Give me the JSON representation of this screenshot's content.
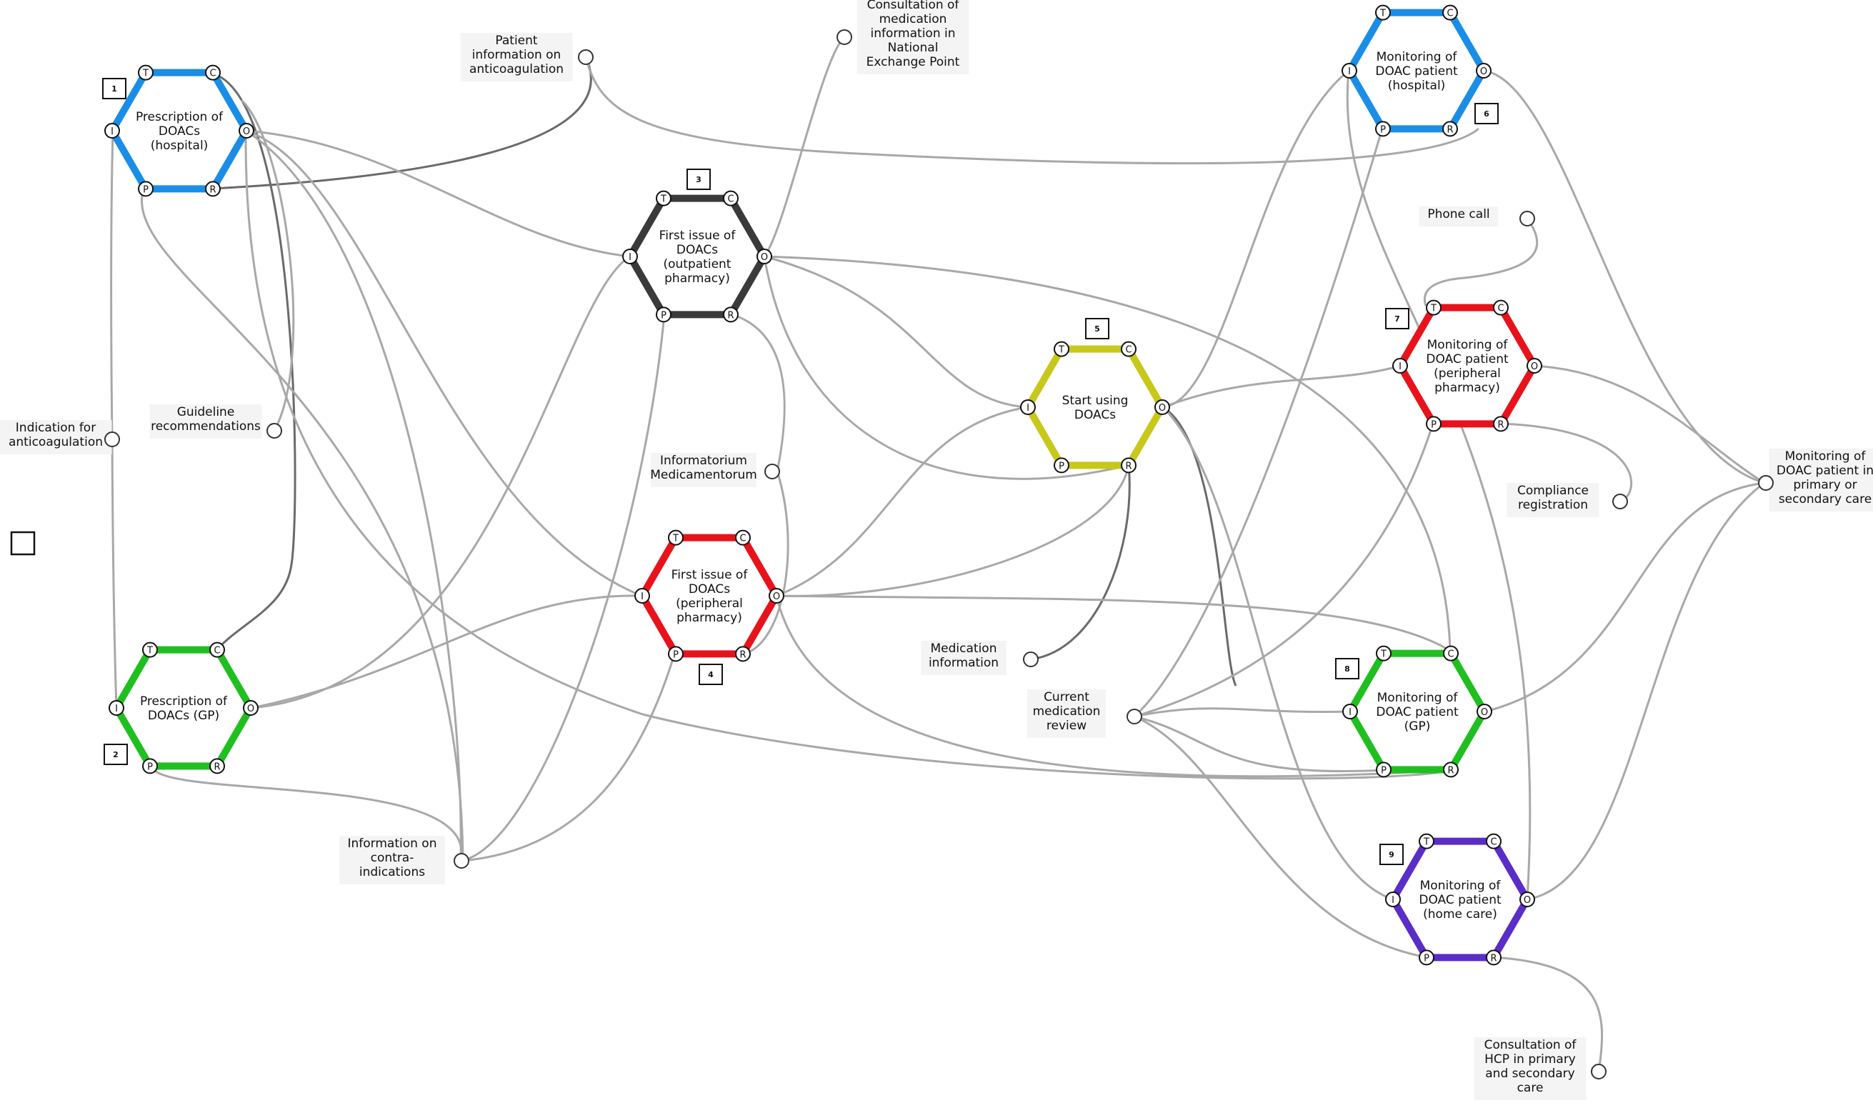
{
  "aspects": [
    {
      "id": 1,
      "number": "1",
      "label": [
        "Prescription of",
        "DOACs",
        "(hospital)"
      ],
      "color": "#1a8ee6"
    },
    {
      "id": 2,
      "number": "2",
      "label": [
        "Prescription of",
        "DOACs (GP)"
      ],
      "color": "#1fbf1f"
    },
    {
      "id": 3,
      "number": "3",
      "label": [
        "First issue of",
        "DOACs",
        "(outpatient",
        "pharmacy)"
      ],
      "color": "#3a3a3a"
    },
    {
      "id": 4,
      "number": "4",
      "label": [
        "First issue of",
        "DOACs",
        "(peripheral",
        "pharmacy)"
      ],
      "color": "#e8121b"
    },
    {
      "id": 5,
      "number": "5",
      "label": [
        "Start using",
        "DOACs"
      ],
      "color": "#c8c81a"
    },
    {
      "id": 6,
      "number": "6",
      "label": [
        "Monitoring of",
        "DOAC patient",
        "(hospital)"
      ],
      "color": "#1a8ee6"
    },
    {
      "id": 7,
      "number": "7",
      "label": [
        "Monitoring of",
        "DOAC patient",
        "(peripheral",
        "pharmacy)"
      ],
      "color": "#e8121b"
    },
    {
      "id": 8,
      "number": "8",
      "label": [
        "Monitoring of",
        "DOAC patient",
        "(GP)"
      ],
      "color": "#1fbf1f"
    },
    {
      "id": 9,
      "number": "9",
      "label": [
        "Monitoring of",
        "DOAC patient",
        "(home care)"
      ],
      "color": "#5a2cc8"
    }
  ],
  "port_letters": {
    "T": "T",
    "C": "C",
    "I": "I",
    "O": "O",
    "P": "P",
    "R": "R"
  },
  "external": [
    {
      "id": "patient_info",
      "label": [
        "Patient",
        "information on",
        "anticoagulation"
      ]
    },
    {
      "id": "consultation_nep",
      "label": [
        "Consultation of",
        "medication",
        "information in",
        "National",
        "Exchange Point"
      ]
    },
    {
      "id": "indication",
      "label": [
        "Indication for",
        "anticoagulation"
      ]
    },
    {
      "id": "guideline",
      "label": [
        "Guideline",
        "recommendations"
      ]
    },
    {
      "id": "informatorium",
      "label": [
        "Informatorium",
        "Medicamentorum"
      ]
    },
    {
      "id": "contra",
      "label": [
        "Information on",
        "contra-",
        "indications"
      ]
    },
    {
      "id": "medication_info",
      "label": [
        "Medication",
        "information"
      ]
    },
    {
      "id": "current_review",
      "label": [
        "Current",
        "medication",
        "review"
      ]
    },
    {
      "id": "phone_call",
      "label": [
        "Phone call"
      ]
    },
    {
      "id": "compliance",
      "label": [
        "Compliance",
        "registration"
      ]
    },
    {
      "id": "monitoring_primary",
      "label": [
        "Monitoring of",
        "DOAC patient in",
        "primary or",
        "secondary care"
      ]
    },
    {
      "id": "consultation_hcp",
      "label": [
        "Consultation of",
        "HCP in primary",
        "and secondary",
        "care"
      ]
    }
  ]
}
